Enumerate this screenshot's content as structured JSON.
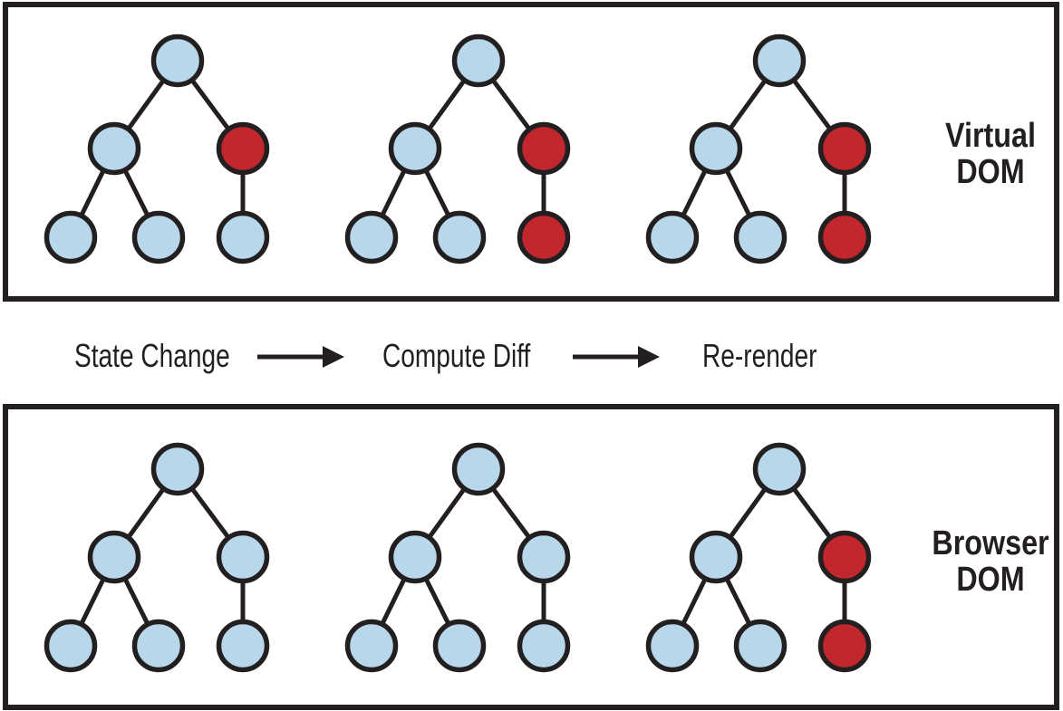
{
  "title": "Virtual DOM diffing diagram",
  "colors": {
    "node_blue": "#b9d7eb",
    "node_red": "#c1272d",
    "stroke": "#231f20",
    "background": "#ffffff"
  },
  "panels": [
    {
      "name": "virtual-dom",
      "label": "Virtual DOM",
      "label_line1": "Virtual",
      "label_line2": "DOM",
      "trees": [
        {
          "nodes": {
            "root": "blue",
            "left": "blue",
            "right": "red",
            "leaf1": "blue",
            "leaf2": "blue",
            "leaf3": "blue"
          }
        },
        {
          "nodes": {
            "root": "blue",
            "left": "blue",
            "right": "red",
            "leaf1": "blue",
            "leaf2": "blue",
            "leaf3": "red"
          }
        },
        {
          "nodes": {
            "root": "blue",
            "left": "blue",
            "right": "red",
            "leaf1": "blue",
            "leaf2": "blue",
            "leaf3": "red"
          }
        }
      ]
    },
    {
      "name": "browser-dom",
      "label": "Browser DOM",
      "label_line1": "Browser",
      "label_line2": "DOM",
      "trees": [
        {
          "nodes": {
            "root": "blue",
            "left": "blue",
            "right": "blue",
            "leaf1": "blue",
            "leaf2": "blue",
            "leaf3": "blue"
          }
        },
        {
          "nodes": {
            "root": "blue",
            "left": "blue",
            "right": "blue",
            "leaf1": "blue",
            "leaf2": "blue",
            "leaf3": "blue"
          }
        },
        {
          "nodes": {
            "root": "blue",
            "left": "blue",
            "right": "red",
            "leaf1": "blue",
            "leaf2": "blue",
            "leaf3": "red"
          }
        }
      ]
    }
  ],
  "process_flow": {
    "steps": [
      "State Change",
      "Compute Diff",
      "Re-render"
    ]
  }
}
